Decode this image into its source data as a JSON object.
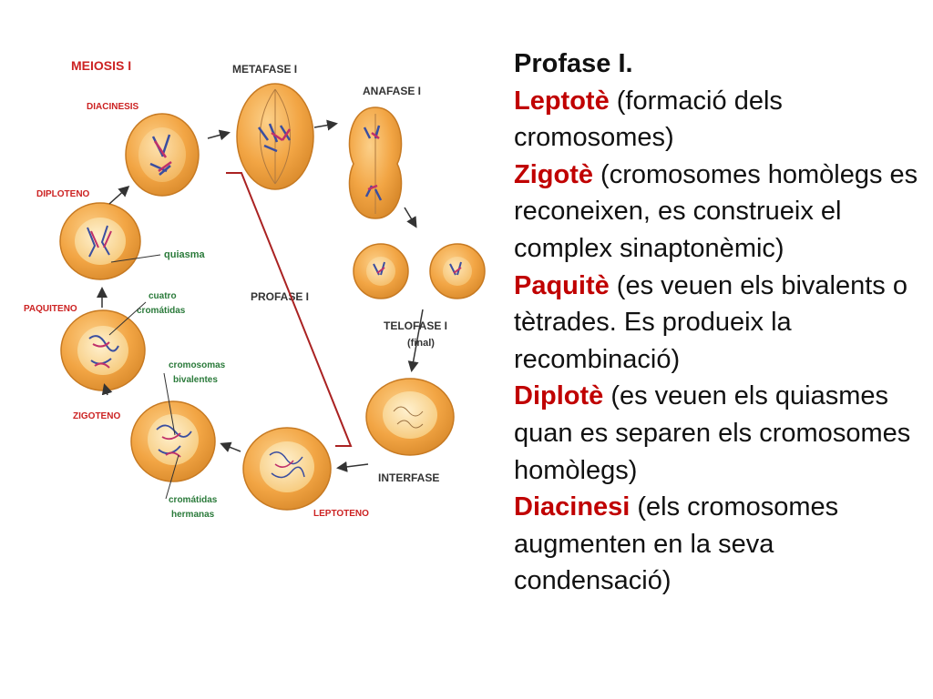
{
  "diagram": {
    "title": "MEIOSIS I",
    "stages": {
      "metafase": "METAFASE I",
      "anafase": "ANAFASE I",
      "telofase": "TELOFASE I",
      "telofase_sub": "(final)",
      "interfase": "INTERFASE",
      "profase": "PROFASE I",
      "diacinesis": "DIACINESIS",
      "diploteno": "DIPLOTENO",
      "paquiteno": "PAQUITENO",
      "zigoteno": "ZIGOTENO",
      "leptoteno": "LEPTOTENO"
    },
    "annotations": {
      "quiasma": "quiasma",
      "cuatro_line1": "cuatro",
      "cuatro_line2": "cromátidas",
      "bivalentes_line1": "cromosomas",
      "bivalentes_line2": "bivalentes",
      "hermanas_line1": "cromátidas",
      "hermanas_line2": "hermanas"
    },
    "colors": {
      "cell_fill": "#f2a544",
      "cell_edge": "#c77a22",
      "nucleus": "#fbd89a",
      "label_dark": "#333333",
      "label_red": "#cc2222",
      "arrow": "#333333",
      "bracket": "#aa2222"
    }
  },
  "panel": {
    "heading": "Profase I.",
    "entries": [
      {
        "term": "Leptotè",
        "desc": " (formació dels cromosomes)"
      },
      {
        "term": "Zigotè",
        "desc": " (cromosomes homòlegs es reconeixen, es construeix el complex sinaptonèmic)"
      },
      {
        "term": "Paquitè",
        "desc": " (es veuen els bivalents o tètrades. Es produeix la recombinació)"
      },
      {
        "term": "Diplotè",
        "desc": " (es veuen els quiasmes quan es separen els cromosomes homòlegs)"
      },
      {
        "term": "Diacinesi",
        "desc": " (els cromosomes augmenten en la seva condensació)"
      }
    ]
  }
}
